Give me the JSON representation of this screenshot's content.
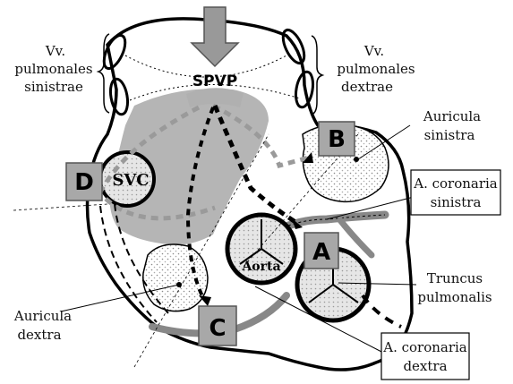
{
  "labels": {
    "vv_left_1": "Vv.",
    "vv_left_2": "pulmonales",
    "vv_left_3": "sinistrae",
    "vv_right_1": "Vv.",
    "vv_right_2": "pulmonales",
    "vv_right_3": "dextrae",
    "spvp": "SPVP",
    "svc": "SVC",
    "aorta": "Aorta",
    "auricula_sinistra_1": "Auricula",
    "auricula_sinistra_2": "sinistra",
    "coronaria_sinistra_1": "A. coronaria",
    "coronaria_sinistra_2": "sinistra",
    "truncus_1": "Truncus",
    "truncus_2": "pulmonalis",
    "auricula_dextra_1": "Auricula",
    "auricula_dextra_2": "dextra",
    "coronaria_dextra_1": "A. coronaria",
    "coronaria_dextra_2": "dextra"
  },
  "boxes": {
    "a": "A",
    "b": "B",
    "c": "C",
    "d": "D"
  },
  "colors": {
    "shaded_area": "#b5b5b5",
    "box_fill": "#a8a8a8",
    "arrow_fill": "#999999",
    "dashed_pathway": "#9a9a9a"
  }
}
